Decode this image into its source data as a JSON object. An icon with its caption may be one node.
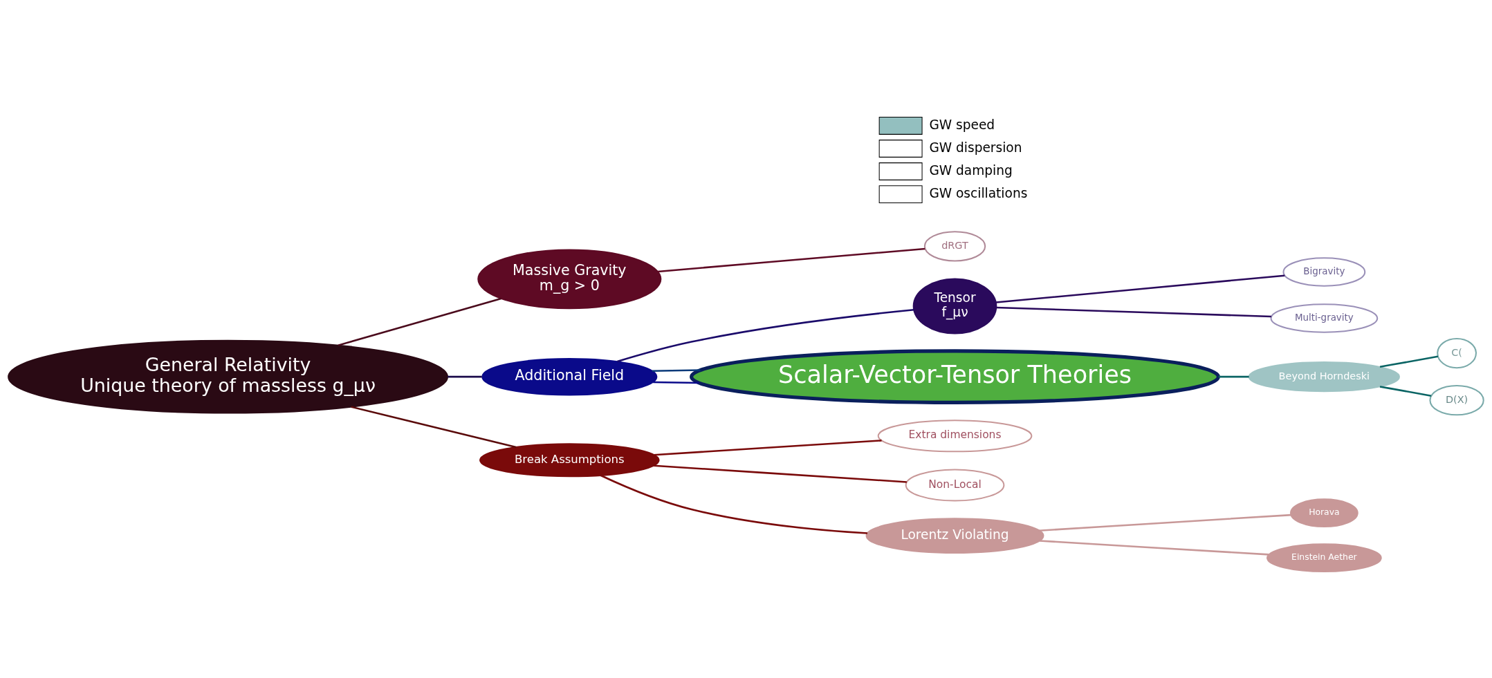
{
  "diagram": {
    "nodes": [
      {
        "text": [
          "General Relativity",
          "Unique theory of massless g_μν"
        ]
      },
      {
        "text": [
          "Massive Gravity",
          "m_g > 0"
        ]
      },
      {
        "text": [
          "dRGT"
        ]
      },
      {
        "text": [
          "Additional Field"
        ]
      },
      {
        "text": [
          "Tensor",
          "f_μν"
        ]
      },
      {
        "text": [
          "Bigravity"
        ]
      },
      {
        "text": [
          "Multi-gravity"
        ]
      },
      {
        "text": [
          "Scalar-Vector-Tensor Theories"
        ]
      },
      {
        "text": [
          "Beyond Horndeski"
        ]
      },
      {
        "text": [
          "C("
        ]
      },
      {
        "text": [
          "D(X)"
        ]
      },
      {
        "text": [
          "Break Assumptions"
        ]
      },
      {
        "text": [
          "Extra dimensions"
        ]
      },
      {
        "text": [
          "Non-Local"
        ]
      },
      {
        "text": [
          "Lorentz Violating"
        ]
      },
      {
        "text": [
          "Horava"
        ]
      },
      {
        "text": [
          "Einstein Aether"
        ]
      }
    ],
    "edges": [
      {
        "from": 0,
        "to": 1,
        "arrow": "none",
        "color": "#4a0a1c"
      },
      {
        "from": 1,
        "to": 2,
        "arrow": "none",
        "color": "#5e0a24"
      },
      {
        "from": 0,
        "to": 3,
        "arrow": "none",
        "color": "#1a0a4a"
      },
      {
        "from": 3,
        "to": 4,
        "arrow": "none",
        "color": "#1a0a6a"
      },
      {
        "from": 4,
        "to": 5,
        "arrow": "none",
        "color": "#2a0a5c"
      },
      {
        "from": 4,
        "to": 6,
        "arrow": "none",
        "color": "#2a0a5c"
      },
      {
        "from": 3,
        "to": 7,
        "arrow": "none",
        "color": "#0a0a8a"
      },
      {
        "from": 3,
        "to": 7,
        "arrow": "none",
        "color": "#0a3a7a"
      },
      {
        "from": 7,
        "to": 8,
        "arrow": "none",
        "color": "#0a6464"
      },
      {
        "from": 8,
        "to": 9,
        "arrow": "none",
        "color": "#0a6464"
      },
      {
        "from": 8,
        "to": 10,
        "arrow": "none",
        "color": "#0a6464"
      },
      {
        "from": 0,
        "to": 11,
        "arrow": "none",
        "color": "#5a0a0a"
      },
      {
        "from": 11,
        "to": 12,
        "arrow": "none",
        "color": "#7a0a0a"
      },
      {
        "from": 11,
        "to": 13,
        "arrow": "none",
        "color": "#7a0a0a"
      },
      {
        "from": 11,
        "to": 14,
        "arrow": "none",
        "color": "#7a0a0a"
      },
      {
        "from": 14,
        "to": 15,
        "arrow": "none",
        "color": "#c89898"
      },
      {
        "from": 14,
        "to": 16,
        "arrow": "none",
        "color": "#c89898"
      }
    ],
    "legend": [
      {
        "text": "GW speed",
        "color": "#93bfbf"
      },
      {
        "text": "GW dispersion"
      },
      {
        "text": "GW damping"
      },
      {
        "text": "GW oscillations"
      }
    ]
  }
}
